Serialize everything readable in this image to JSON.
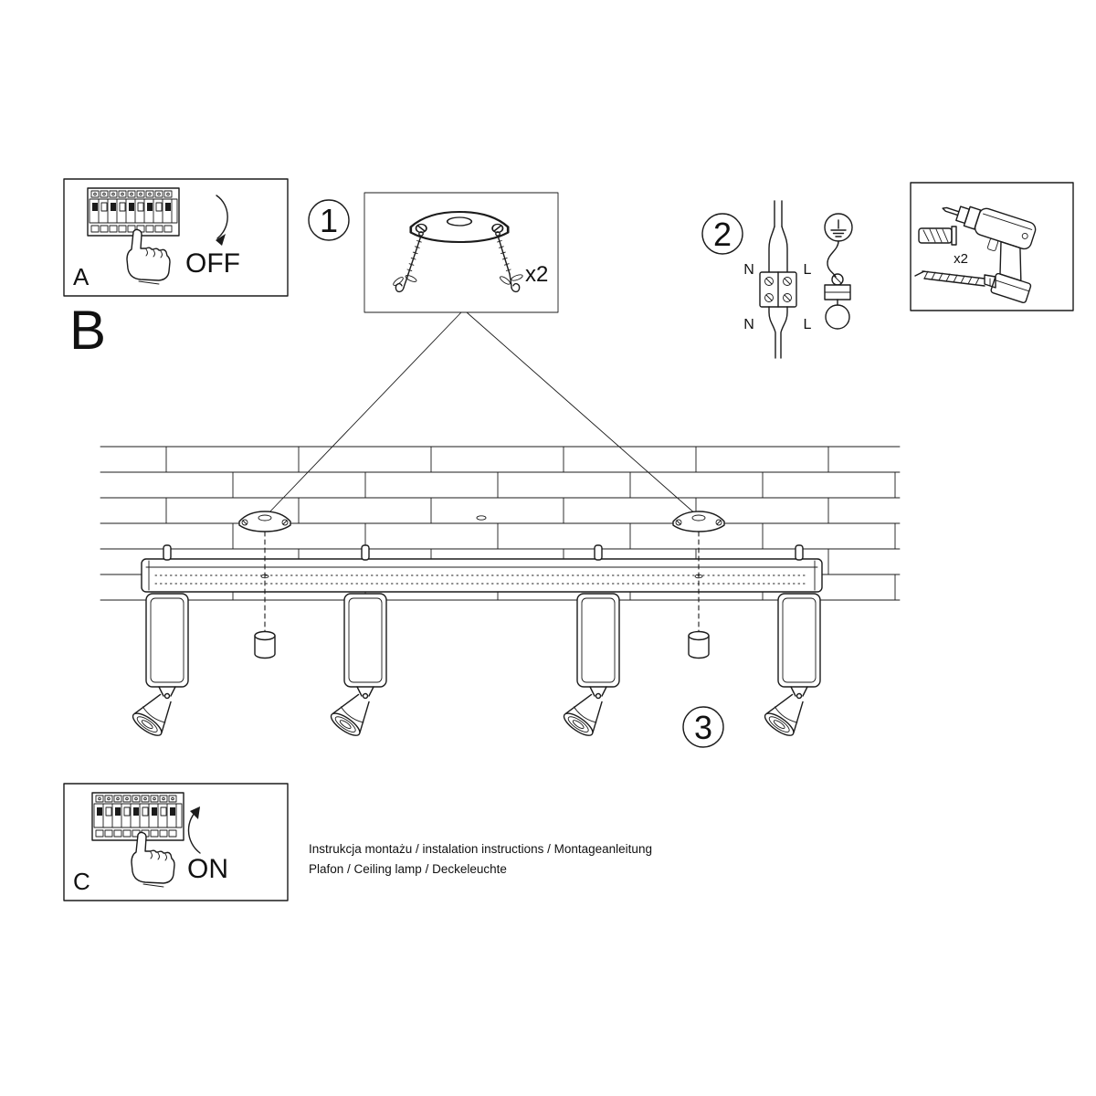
{
  "badges": {
    "step1": "1",
    "step2": "2",
    "step3": "3"
  },
  "panel_a": {
    "label": "A",
    "state": "OFF"
  },
  "panel_c": {
    "label": "C",
    "state": "ON"
  },
  "section_b": {
    "label": "B"
  },
  "step1": {
    "quantity": "x2"
  },
  "tools": {
    "quantity": "x2"
  },
  "wiring": {
    "top": [
      "N",
      "L"
    ],
    "bottom": [
      "N",
      "L"
    ]
  },
  "footer": {
    "line1": "Instrukcja montażu / instalation instructions / Montageanleitung",
    "line2": "Plafon / Ceiling lamp / Deckeleuchte"
  },
  "colors": {
    "line": "#1b1b1b",
    "background": "#ffffff"
  }
}
